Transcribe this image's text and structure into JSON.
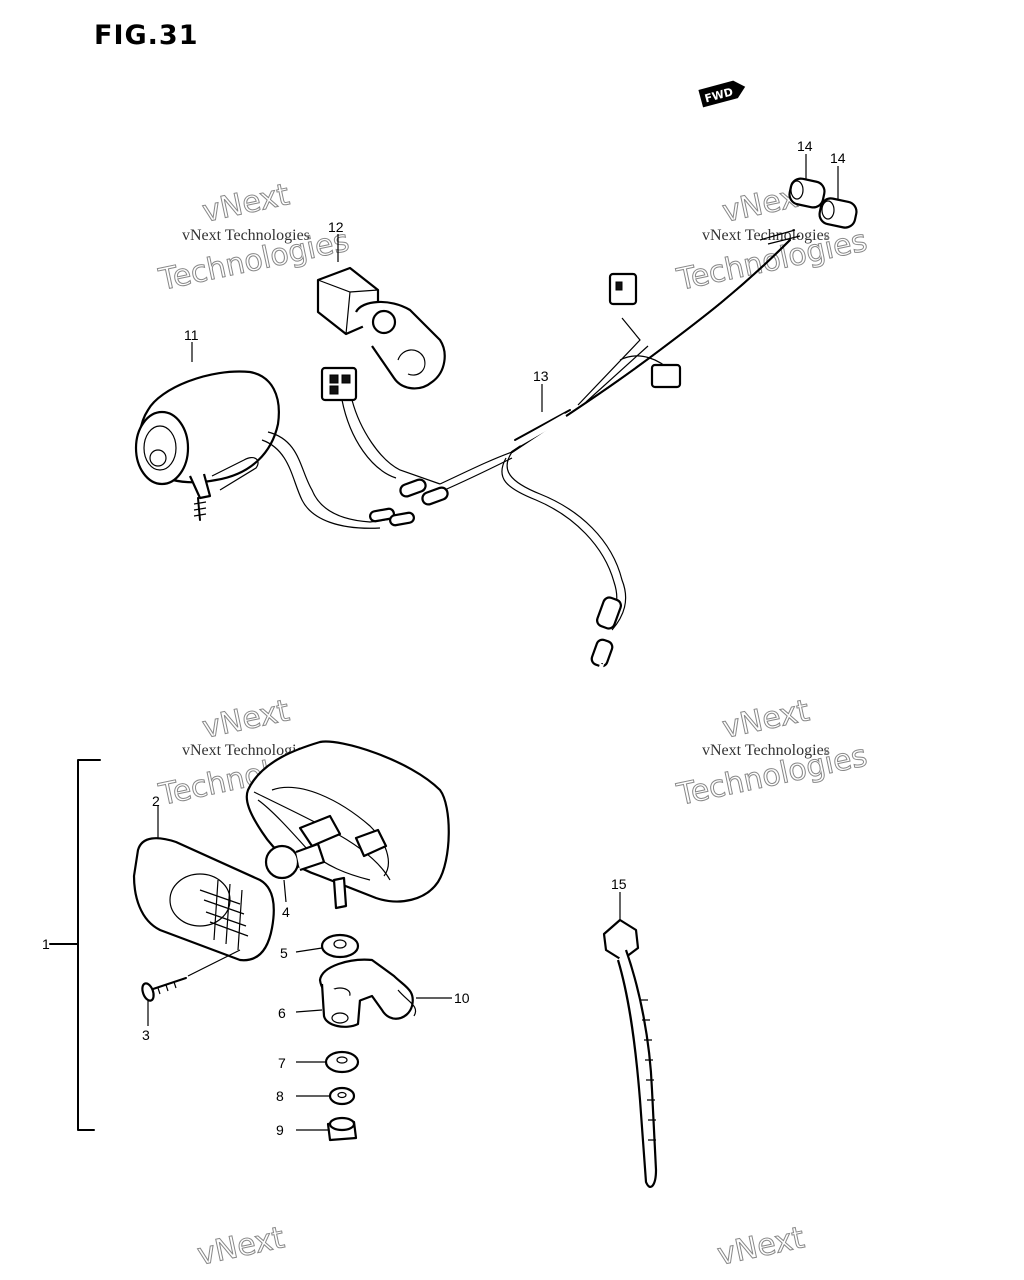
{
  "figure": {
    "title": "FIG.31",
    "fwd_label": "FWD"
  },
  "callouts": [
    "1",
    "2",
    "3",
    "4",
    "5",
    "6",
    "7",
    "8",
    "9",
    "10",
    "11",
    "12",
    "13",
    "14",
    "14",
    "15"
  ],
  "watermark": {
    "line1": "vNext Technologies",
    "brand": "vNext",
    "sub": "Technologies"
  }
}
